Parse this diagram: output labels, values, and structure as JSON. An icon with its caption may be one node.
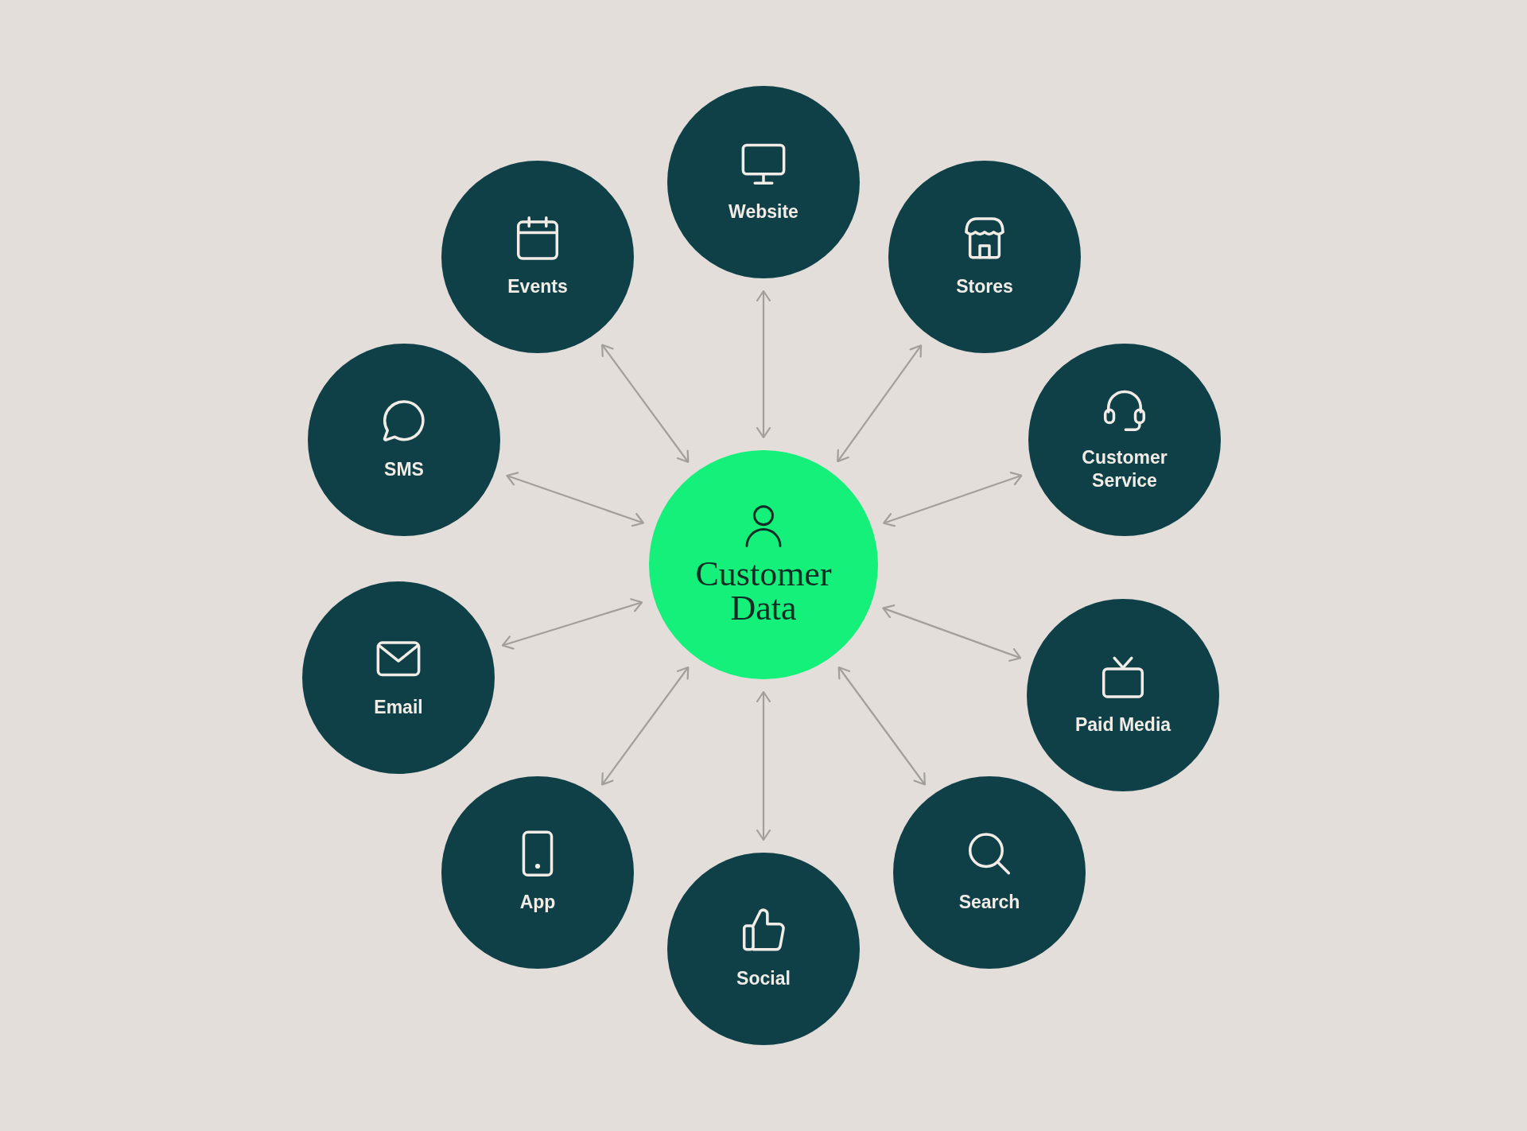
{
  "diagram": {
    "nodes": [
      {
        "text": [
          "Website"
        ]
      },
      {
        "text": [
          "Events"
        ]
      },
      {
        "text": [
          "Stores"
        ]
      },
      {
        "text": [
          "SMS"
        ]
      },
      {
        "text": [
          "Customer Service"
        ]
      },
      {
        "text": [
          "Customer Data"
        ]
      },
      {
        "text": [
          "Email"
        ]
      },
      {
        "text": [
          "Paid Media"
        ]
      },
      {
        "text": [
          "App"
        ]
      },
      {
        "text": [
          "Search"
        ]
      },
      {
        "text": [
          "Social"
        ]
      }
    ],
    "edges": [
      {
        "from": 5,
        "to": 0,
        "arrow": "both"
      },
      {
        "from": 5,
        "to": 2,
        "arrow": "both"
      },
      {
        "from": 5,
        "to": 4,
        "arrow": "both"
      },
      {
        "from": 5,
        "to": 7,
        "arrow": "both"
      },
      {
        "from": 5,
        "to": 9,
        "arrow": "both"
      },
      {
        "from": 5,
        "to": 10,
        "arrow": "both"
      },
      {
        "from": 5,
        "to": 8,
        "arrow": "both"
      },
      {
        "from": 5,
        "to": 6,
        "arrow": "both"
      },
      {
        "from": 5,
        "to": 3,
        "arrow": "both"
      },
      {
        "from": 5,
        "to": 1,
        "arrow": "both"
      }
    ]
  }
}
